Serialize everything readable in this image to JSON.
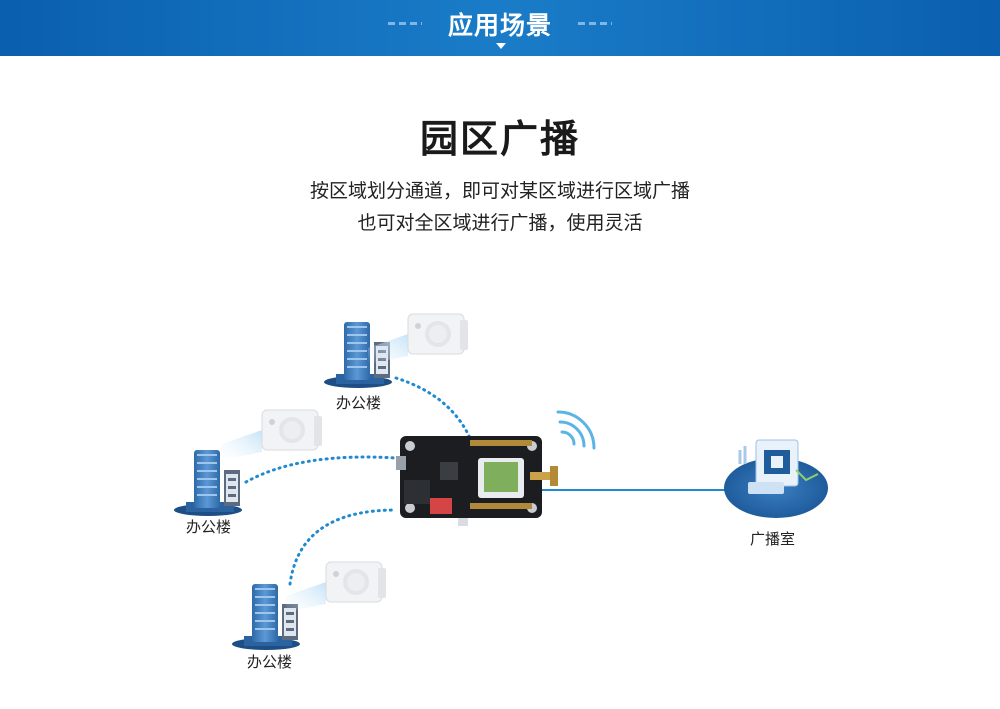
{
  "banner": {
    "title": "应用场景"
  },
  "section": {
    "heading": "园区广播",
    "lines": [
      "按区域划分通道，即可对某区域进行区域广播",
      "也可对全区域进行广播，使用灵活"
    ]
  },
  "nodes": {
    "building_top": "办公楼",
    "building_mid": "办公楼",
    "building_bottom": "办公楼",
    "broadcast_room": "广播室"
  },
  "colors": {
    "banner": "#0a5fae",
    "link_dotted": "#1f8ad0",
    "link_solid": "#1f8ad0",
    "building": "#3a78b8",
    "wifi": "#5ab4e6"
  }
}
